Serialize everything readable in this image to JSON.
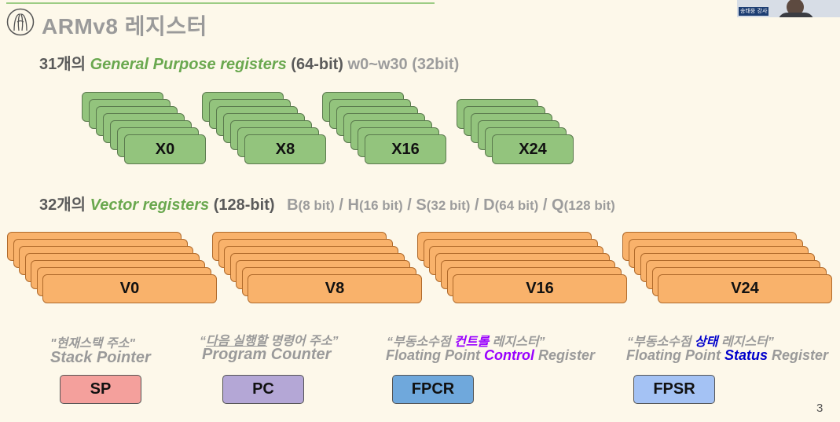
{
  "title": "ARMv8 레지스터",
  "video": {
    "caption": "송태웅 강사"
  },
  "gp": {
    "count": "31개의",
    "name": "General Purpose registers",
    "width": "(64-bit)",
    "alias": "w0~w30 (32bit)",
    "labels": [
      "X0",
      "X8",
      "X16",
      "X24"
    ]
  },
  "vec": {
    "count": "32개의",
    "name": "Vector registers",
    "width": "(128-bit)",
    "b": "B",
    "b_sz": "(8 bit)",
    "sep": "/",
    "h": "H",
    "h_sz": "(16 bit)",
    "s": "S",
    "s_sz": "(32 bit)",
    "d": "D",
    "d_sz": "(64 bit)",
    "q": "Q",
    "q_sz": "(128 bit)",
    "labels": [
      "V0",
      "V8",
      "V16",
      "V24"
    ]
  },
  "special": {
    "sp": {
      "quote": "\"현재스택 주소\"",
      "name": "Stack Pointer",
      "label": "SP",
      "color": "#f4a09c"
    },
    "pc": {
      "quote_open": "“",
      "quote_u": "다음 실행할",
      "quote_rest": " 명령어 주소”",
      "name": "Program Counter",
      "label": "PC",
      "color": "#b4a7d6"
    },
    "fpcr": {
      "quote_a": "“부동소수점 ",
      "quote_hl": "컨트롤",
      "quote_b": " 레지스터”",
      "name_a": "Floating Point ",
      "name_hl": "Control",
      "name_b": " Register",
      "label": "FPCR",
      "color": "#6fa8dc"
    },
    "fpsr": {
      "quote_a": "“부동소수점 ",
      "quote_hl": "상태",
      "quote_b": " 레지스터”",
      "name_a": "Floating Point ",
      "name_hl": "Status",
      "name_b": " Register",
      "label": "FPSR",
      "color": "#a4c2f4"
    }
  },
  "page_number": "3"
}
